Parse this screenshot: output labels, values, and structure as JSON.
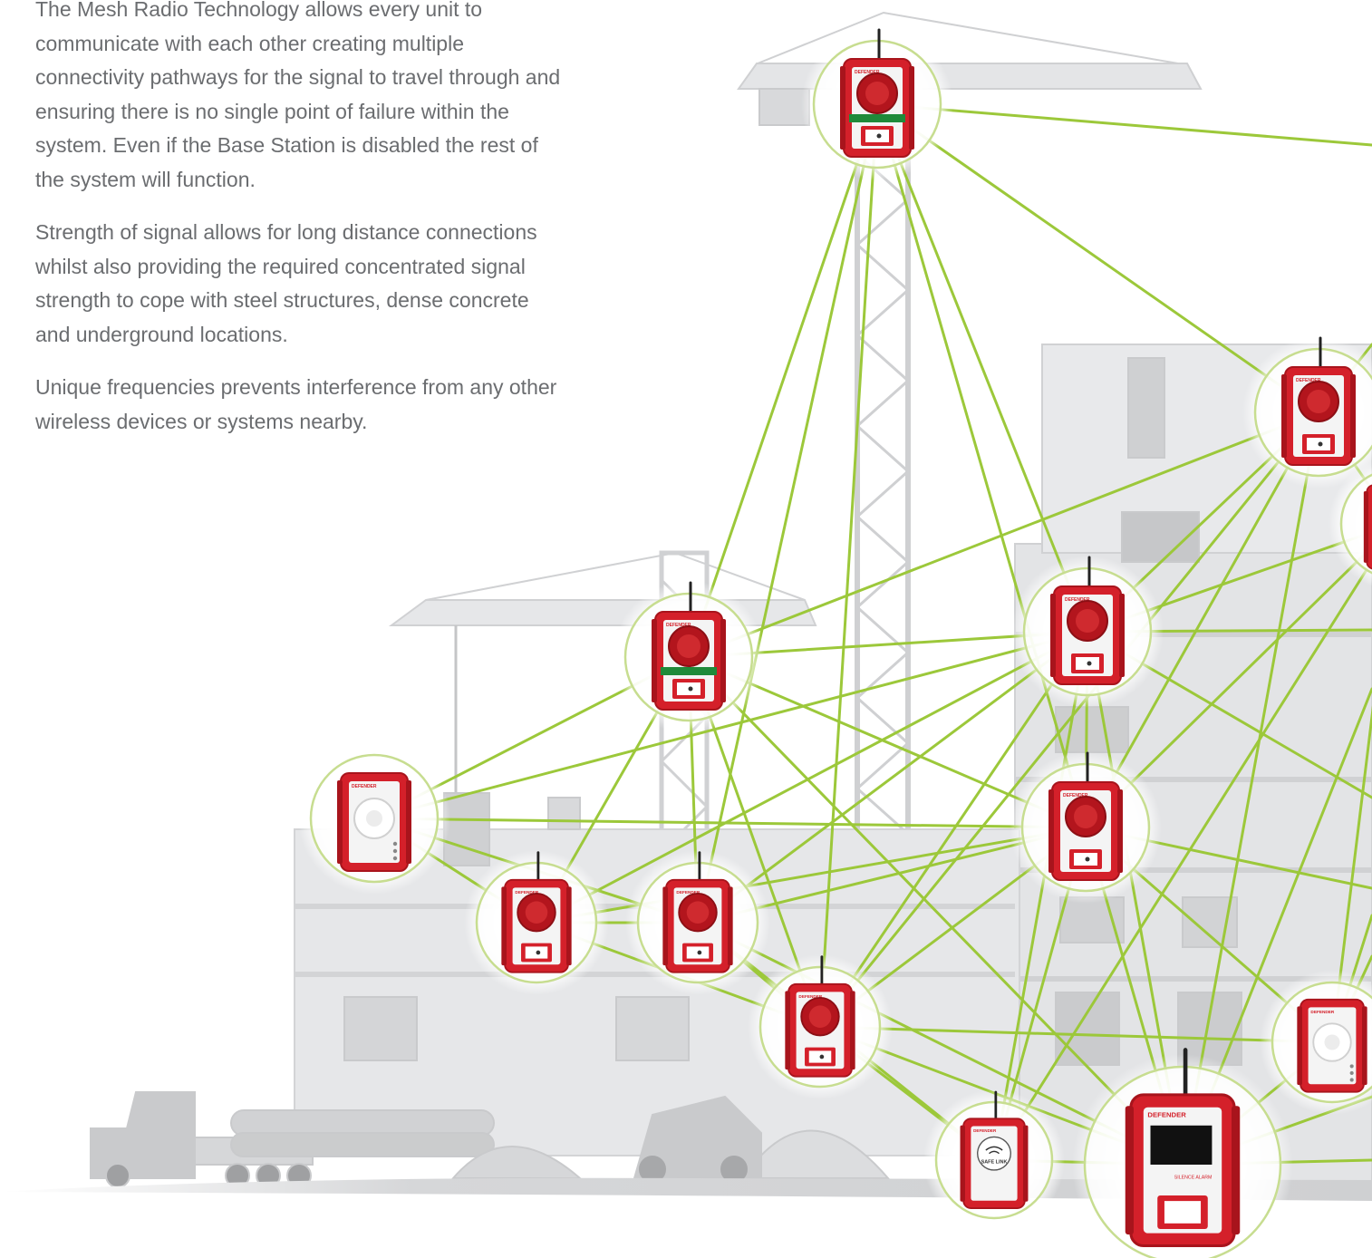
{
  "copy": {
    "para1": "The Mesh Radio Technology allows every unit to communicate with each other creating multiple connectivity pathways for the signal to travel through and ensuring there is no single point of failure within the system. Even if the Base Station is disabled the rest of the system will function.",
    "para2": "Strength of signal allows for long distance connections whilst also providing the required concentrated signal strength to cope with steel structures, dense concrete and underground locations.",
    "para3": "Unique frequencies prevents interference from any other wireless devices or systems nearby."
  },
  "brand": {
    "label": "DEFENDER",
    "safe_link_label": "SAFE LINK",
    "base_station_button": "SILENCE ALARM"
  },
  "colors": {
    "mesh_line": "#9cc83a",
    "device_red": "#d4202a",
    "device_red_dark": "#a8141c",
    "halo": "#c7dd90",
    "building_gray": "#d9dadc"
  }
}
